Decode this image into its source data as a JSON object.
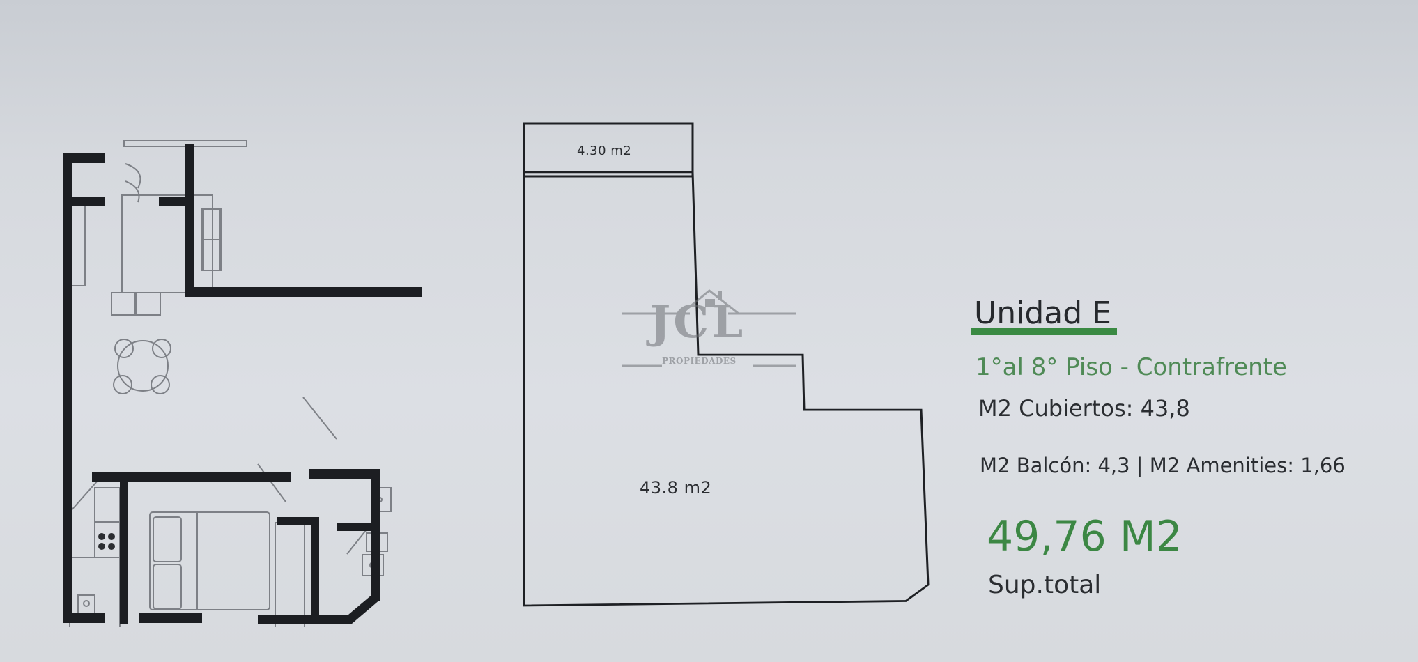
{
  "unit": {
    "title": "Unidad E",
    "floor_range": "1°al 8° Piso - Contrafrente",
    "covered_area_line": "M2 Cubiertos: 43,8",
    "balcony_amenities_line": "M2 Balcón: 4,3 | M2 Amenities: 1,66",
    "total_area": "49,76 M2",
    "total_label": "Sup.total"
  },
  "area_diagram": {
    "balcony_label": "4.30 m2",
    "covered_label": "43.8 m2"
  },
  "watermark": {
    "brand": "JCL",
    "subtitle": "PROPIEDADES"
  },
  "colors": {
    "accent_green": "#3a8a43",
    "wall_dark": "#1c1e22",
    "background": "#d8dbe0"
  }
}
